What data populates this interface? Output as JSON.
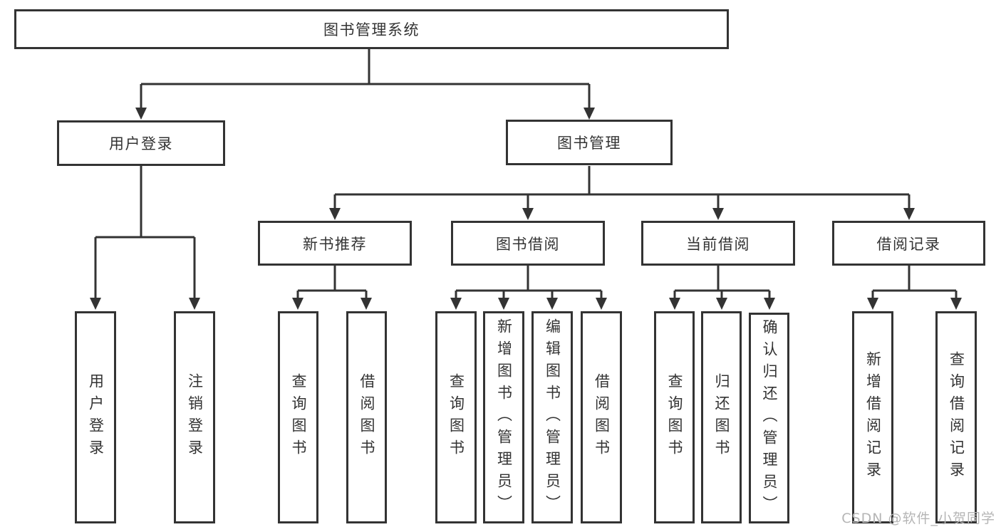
{
  "diagram": {
    "title": "图书管理系统",
    "tree": {
      "root": "图书管理系统",
      "children": [
        {
          "label": "用户登录",
          "children": [
            "用户登录",
            "注销登录"
          ]
        },
        {
          "label": "图书管理",
          "children": [
            {
              "label": "新书推荐",
              "children": [
                "查询图书",
                "借阅图书"
              ]
            },
            {
              "label": "图书借阅",
              "children": [
                "查询图书",
                "新增图书（管理员）",
                "编辑图书（管理员）",
                "借阅图书"
              ]
            },
            {
              "label": "当前借阅",
              "children": [
                "查询图书",
                "归还图书",
                "确认归还（管理员）"
              ]
            },
            {
              "label": "借阅记录",
              "children": [
                "新增借阅记录",
                "查询借阅记录"
              ]
            }
          ]
        }
      ]
    },
    "watermark": "CSDN @软件_小贺同学",
    "colors": {
      "line": "#333333",
      "border": "#333333",
      "text": "#333333",
      "watermark": "#b5b5b5",
      "background": "#ffffff"
    }
  }
}
